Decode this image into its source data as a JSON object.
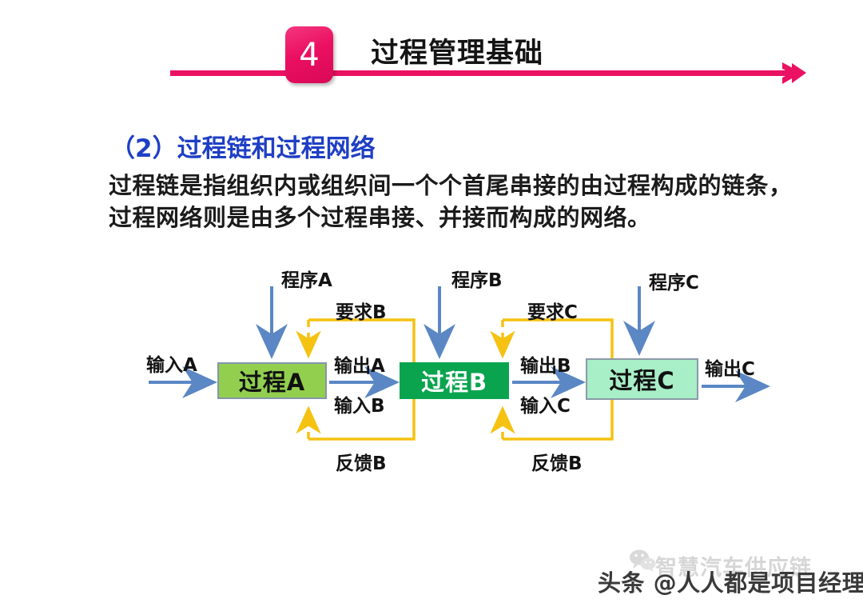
{
  "header": {
    "badge_number": "4",
    "title": "过程管理基础",
    "rule_color": "#ea1163",
    "badge_color": "#ec0f62",
    "arrow_icon": "arrow-right-icon"
  },
  "content": {
    "section_heading": "（2）过程链和过程网络",
    "heading_color": "#1F3FC4",
    "paragraph": "过程链是指组织内或组织间一个个首尾串接的由过程构成的链条，过程网络则是由多个过程串接、并接而构成的网络。"
  },
  "diagram": {
    "type": "process-network",
    "flow_color": "#5b87c4",
    "feedback_color": "#f5c211",
    "processes": [
      {
        "id": "a",
        "label": "过程A",
        "fill": "#92cf4f",
        "text_color": "#111111"
      },
      {
        "id": "b",
        "label": "过程B",
        "fill": "#0aa44f",
        "text_color": "#ffffff"
      },
      {
        "id": "c",
        "label": "过程C",
        "fill": "#a8eec7",
        "text_color": "#111111"
      }
    ],
    "labels": {
      "program_a": "程序A",
      "program_b": "程序B",
      "program_c": "程序C",
      "input_a": "输入A",
      "output_a": "输出A",
      "input_b": "输入B",
      "output_b": "输出B",
      "input_c": "输入C",
      "output_c": "输出C",
      "requirement_b": "要求B",
      "requirement_c": "要求C",
      "feedback_b_left": "反馈B",
      "feedback_b_right": "反馈B"
    }
  },
  "watermark": {
    "main": "头条 @人人都是项目经理",
    "faint": "智慧汽车供应链",
    "icon": "wechat-icon"
  }
}
